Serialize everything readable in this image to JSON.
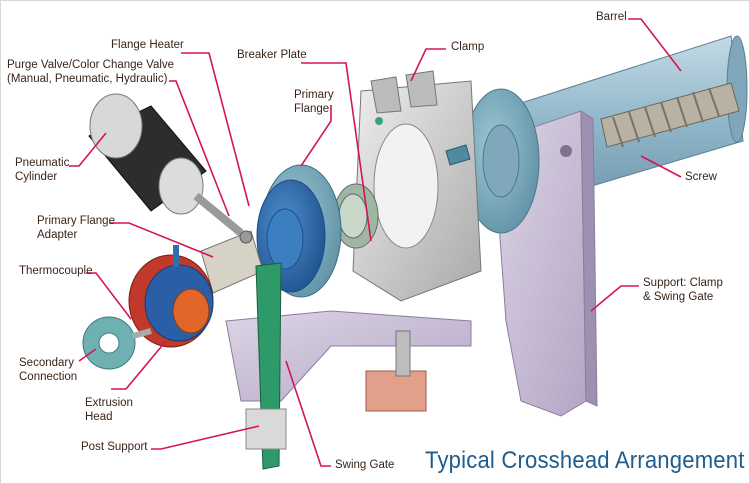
{
  "title": "Typical Crosshead Arrangement",
  "labels": {
    "flange_heater": "Flange Heater",
    "purge_valve_1": "Purge Valve/Color Change Valve",
    "purge_valve_2": "(Manual, Pneumatic, Hydraulic)",
    "breaker_plate": "Breaker Plate",
    "clamp": "Clamp",
    "barrel": "Barrel",
    "primary_flange_1": "Primary",
    "primary_flange_2": "Flange",
    "pneumatic_cylinder_1": "Pneumatic",
    "pneumatic_cylinder_2": "Cylinder",
    "screw": "Screw",
    "primary_flange_adapter_1": "Primary Flange",
    "primary_flange_adapter_2": "Adapter",
    "thermocouple": "Thermocouple",
    "support_1": "Support: Clamp",
    "support_2": "& Swing Gate",
    "secondary_connection_1": "Secondary",
    "secondary_connection_2": "Connection",
    "extrusion_head_1": "Extrusion",
    "extrusion_head_2": "Head",
    "post_support": "Post Support",
    "swing_gate": "Swing Gate"
  },
  "colors": {
    "leader_line": "#d4145a",
    "label_text": "#3a2418",
    "title": "#1f5d8e",
    "barrel_blue": "#8fb5c8",
    "flange_blue": "#2f6fb0",
    "support_lavender": "#c9bfd6",
    "post_green": "#2e9a6a",
    "heater_orange": "#e0662a"
  }
}
